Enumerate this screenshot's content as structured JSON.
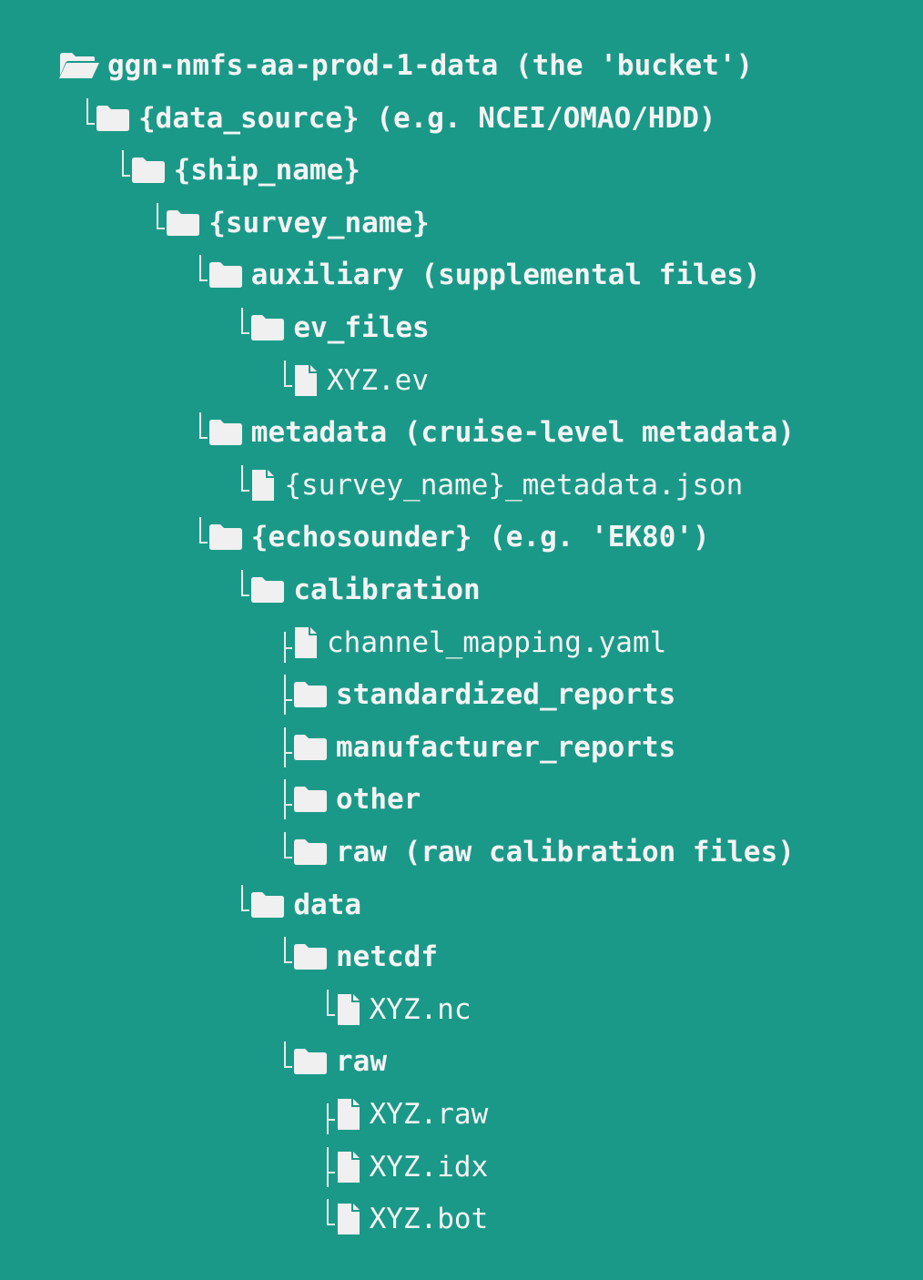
{
  "tree": [
    {
      "label": "ggn-nmfs-aa-prod-1-data (the 'bucket')",
      "type": "folder-open",
      "depth": 0,
      "connector": "none"
    },
    {
      "label": "{data_source} (e.g. NCEI/OMAO/HDD)",
      "type": "folder",
      "depth": 1,
      "connector": "last"
    },
    {
      "label": "{ship_name}",
      "type": "folder",
      "depth": 2,
      "connector": "last"
    },
    {
      "label": "{survey_name}",
      "type": "folder",
      "depth": 3,
      "connector": "last"
    },
    {
      "label": "auxiliary (supplemental files)",
      "type": "folder",
      "depth": 4,
      "connector": "last"
    },
    {
      "label": "ev_files",
      "type": "folder",
      "depth": 5,
      "connector": "last"
    },
    {
      "label": "XYZ.ev",
      "type": "file",
      "depth": 6,
      "connector": "last"
    },
    {
      "label": "metadata (cruise-level metadata)",
      "type": "folder",
      "depth": 4,
      "connector": "last"
    },
    {
      "label": "{survey_name}_metadata.json",
      "type": "file",
      "depth": 5,
      "connector": "last"
    },
    {
      "label": "{echosounder} (e.g. 'EK80')",
      "type": "folder",
      "depth": 4,
      "connector": "last"
    },
    {
      "label": "calibration",
      "type": "folder",
      "depth": 5,
      "connector": "last"
    },
    {
      "label": "channel_mapping.yaml",
      "type": "file",
      "depth": 6,
      "connector": "first"
    },
    {
      "label": "standardized_reports",
      "type": "folder",
      "depth": 6,
      "connector": "mid"
    },
    {
      "label": "manufacturer_reports",
      "type": "folder",
      "depth": 6,
      "connector": "mid"
    },
    {
      "label": "other",
      "type": "folder",
      "depth": 6,
      "connector": "mid"
    },
    {
      "label": "raw (raw calibration files)",
      "type": "folder",
      "depth": 6,
      "connector": "last"
    },
    {
      "label": "data",
      "type": "folder",
      "depth": 5,
      "connector": "last"
    },
    {
      "label": "netcdf",
      "type": "folder",
      "depth": 6,
      "connector": "last"
    },
    {
      "label": "XYZ.nc",
      "type": "file",
      "depth": 7,
      "connector": "last"
    },
    {
      "label": "raw",
      "type": "folder",
      "depth": 6,
      "connector": "last"
    },
    {
      "label": "XYZ.raw",
      "type": "file",
      "depth": 7,
      "connector": "first"
    },
    {
      "label": "XYZ.idx",
      "type": "file",
      "depth": 7,
      "connector": "mid"
    },
    {
      "label": "XYZ.bot",
      "type": "file",
      "depth": 7,
      "connector": "last"
    }
  ]
}
